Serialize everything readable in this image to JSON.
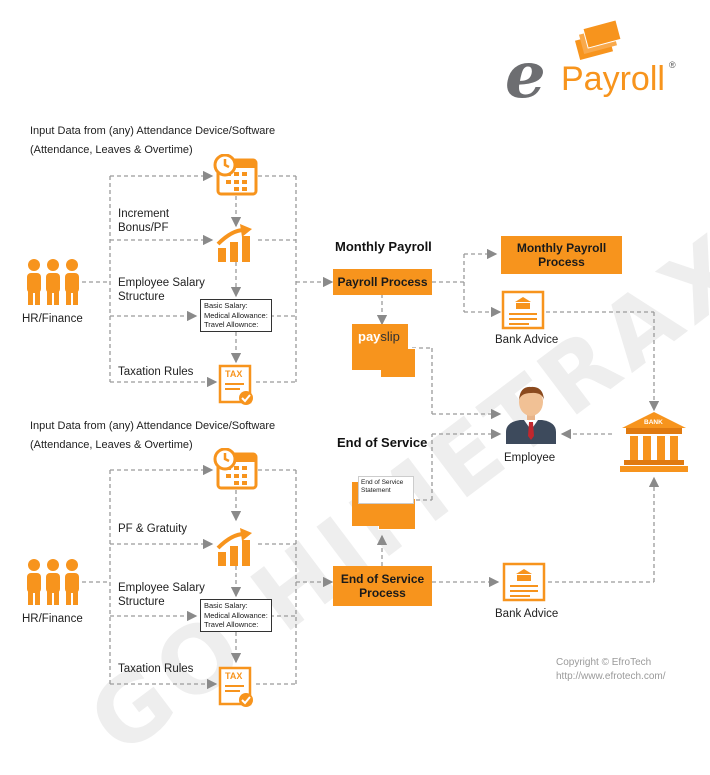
{
  "logo": {
    "letter": "e",
    "text": "Payroll",
    "reg": "®"
  },
  "watermark": "GO HIMETRAX ®",
  "top": {
    "input_line1": "Input Data from (any) Attendance Device/Software",
    "input_line2": "(Attendance, Leaves & Overtime)",
    "step2_line1": "Increment",
    "step2_line2": "Bonus/PF",
    "salary_line1": "Employee Salary",
    "salary_line2": "Structure",
    "tax_label": "Taxation Rules",
    "hr_label": "HR/Finance"
  },
  "bottom": {
    "input_line1": "Input Data from (any) Attendance Device/Software",
    "input_line2": "(Attendance, Leaves & Overtime)",
    "step2_label": "PF & Gratuity",
    "salary_line1": "Employee Salary",
    "salary_line2": "Structure",
    "tax_label": "Taxation Rules",
    "hr_label": "HR/Finance"
  },
  "salary_box": {
    "line1": "Basic Salary:",
    "line2": "Medical Allowance:",
    "line3": "Travel Allownce:"
  },
  "tax_icon_text": "TAX",
  "monthly": {
    "title": "Monthly Payroll",
    "process": "Payroll Process",
    "out_line1": "Monthly Payroll",
    "out_line2": "Process",
    "bank_advice": "Bank Advice",
    "payslip_a": "pay",
    "payslip_b": "slip"
  },
  "eos": {
    "title": "End of Service",
    "process_line1": "End of Service",
    "process_line2": "Process",
    "statement_line1": "End of Service",
    "statement_line2": "Statement",
    "bank_advice": "Bank Advice"
  },
  "employee_label": "Employee",
  "bank_text": "BANK",
  "copyright": {
    "line1": "Copyright © EfroTech",
    "line2": "http://www.efrotech.com/"
  },
  "colors": {
    "accent": "#f7941d",
    "dark": "#333333",
    "connector": "#9a9a9a"
  }
}
